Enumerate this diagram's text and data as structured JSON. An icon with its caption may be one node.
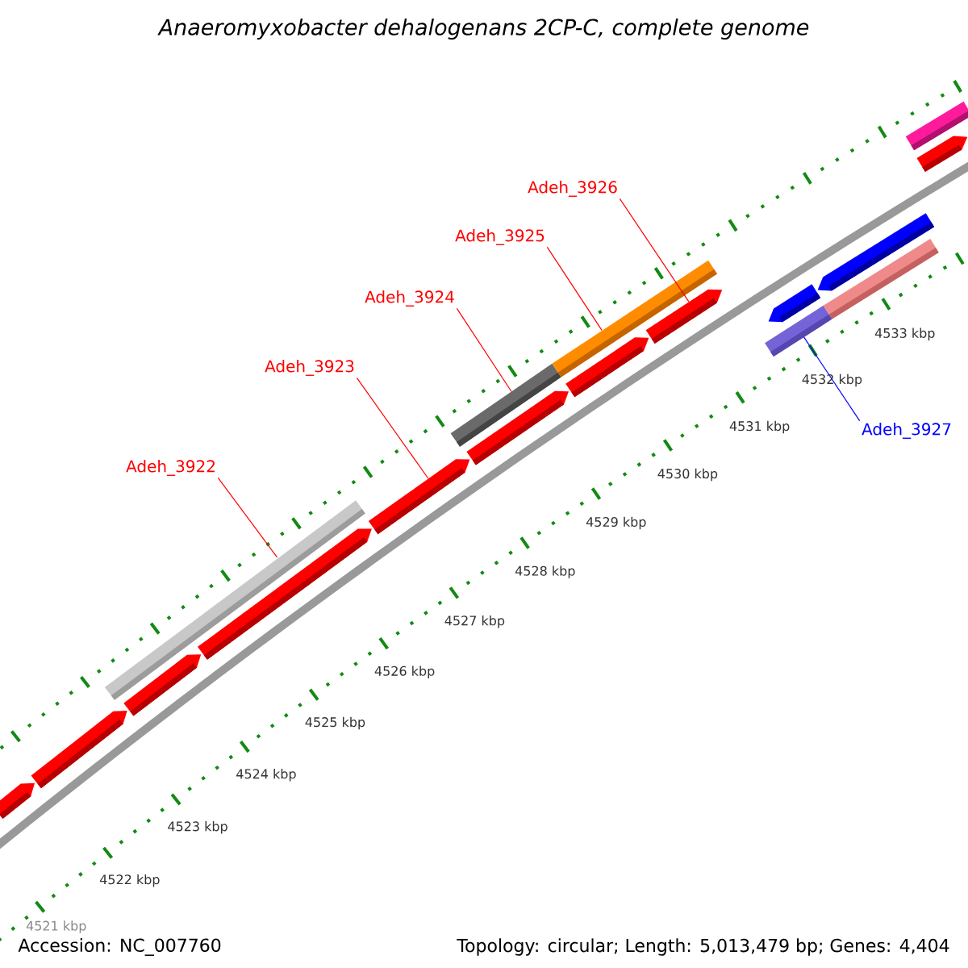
{
  "diagram": {
    "title": "Anaeromyxobacter dehalogenans 2CP-C, complete genome",
    "nodes": [
      {
        "text": [
          "Adeh_3922"
        ]
      },
      {
        "text": [
          "Adeh_3923"
        ]
      },
      {
        "text": [
          "Adeh_3924"
        ]
      },
      {
        "text": [
          "Adeh_3925"
        ]
      },
      {
        "text": [
          "Adeh_3926"
        ]
      },
      {
        "text": [
          "Adeh_3927"
        ]
      },
      {
        "text": [],
        "shape": "pentagon"
      },
      {
        "text": [],
        "shape": "pentagon"
      },
      {
        "text": [],
        "shape": "bar"
      },
      {
        "text": [],
        "shape": "pentagon"
      },
      {
        "text": [],
        "shape": "pentagon"
      },
      {
        "text": [],
        "shape": "pentagon"
      },
      {
        "text": [],
        "shape": "bar"
      },
      {
        "text": [],
        "shape": "pentagon"
      },
      {
        "text": [],
        "shape": "bar"
      },
      {
        "text": [],
        "shape": "pentagon"
      },
      {
        "text": [],
        "shape": "pentagon"
      },
      {
        "text": [],
        "shape": "bar"
      },
      {
        "text": [],
        "shape": "pentagon"
      },
      {
        "text": [],
        "shape": "bar"
      },
      {
        "text": [],
        "shape": "pentagon"
      },
      {
        "text": [],
        "shape": "pentagon"
      },
      {
        "text": [],
        "shape": "bar"
      }
    ],
    "edges": [
      {
        "from": 0,
        "to": 8,
        "arrow": "none"
      },
      {
        "from": 1,
        "to": 11,
        "arrow": "none"
      },
      {
        "from": 2,
        "to": 12,
        "arrow": "none"
      },
      {
        "from": 3,
        "to": 14,
        "arrow": "none"
      },
      {
        "from": 4,
        "to": 16,
        "arrow": "none"
      },
      {
        "from": 5,
        "to": 17,
        "arrow": "none",
        "color": "#0000ff"
      }
    ],
    "labels": [
      "4533 kbp",
      "4532 kbp",
      "4531 kbp",
      "4530 kbp",
      "4529 kbp",
      "4528 kbp",
      "4527 kbp",
      "4526 kbp",
      "4525 kbp",
      "4524 kbp",
      "4523 kbp",
      "4522 kbp",
      "4521 kbp",
      "Accession: NC_007760",
      "Topology: circular; Length: 5,013,479 bp; Genes: 4,404"
    ]
  }
}
